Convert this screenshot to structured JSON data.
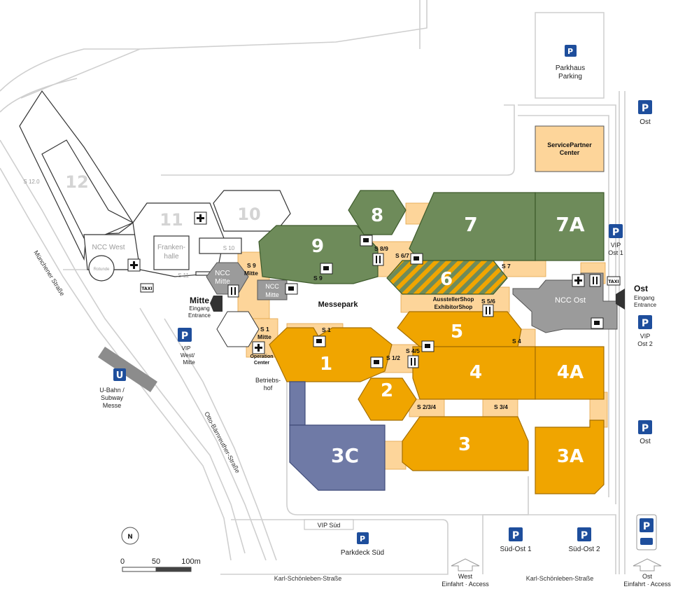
{
  "colors": {
    "orange": "#f0a500",
    "green": "#6e8b5a",
    "grey_building": "#9b9b9b",
    "blue_hall": "#6f7aa6",
    "passage": "#fdd59a",
    "parking_blue": "#1e4e9c",
    "road": "#d5d5d5"
  },
  "halls": {
    "h1": "1",
    "h2": "2",
    "h3": "3",
    "h3a": "3A",
    "h3c": "3C",
    "h4": "4",
    "h4a": "4A",
    "h5": "5",
    "h6": "6",
    "h7": "7",
    "h7a": "7A",
    "h8": "8",
    "h9": "9",
    "h10": "10",
    "h11": "11",
    "h12": "12"
  },
  "labels": {
    "parkhaus": "Parkhaus",
    "parking": "Parking",
    "ost": "Ost",
    "servicepartner1": "ServicePartner",
    "servicepartner2": "Center",
    "vip_ost1_a": "VIP",
    "vip_ost1_b": "Ost 1",
    "vip_ost2_a": "VIP",
    "vip_ost2_b": "Ost 2",
    "ost_entrance_title": "Ost",
    "ost_entrance_de": "Eingang",
    "ost_entrance_en": "Entrance",
    "ncc_ost": "NCC Ost",
    "ncc_west": "NCC West",
    "rotunde": "Rotunde",
    "frankenhalle1": "Franken-",
    "frankenhalle2": "halle",
    "ncc_mitte_a1": "NCC",
    "ncc_mitte_a2": "Mitte",
    "ncc_mitte_b1": "NCC",
    "ncc_mitte_b2": "Mitte",
    "mitte_title": "Mitte",
    "mitte_de": "Eingang",
    "mitte_en": "Entrance",
    "messepark": "Messepark",
    "ausstellershop": "AusstellerShop",
    "exhibitorshop": "ExhibitorShop",
    "operation1": "Operation",
    "operation2": "Center",
    "betriebs1": "Betriebs-",
    "betriebs2": "hof",
    "vip_west1": "VIP",
    "vip_west2": "West/",
    "vip_west3": "Mitte",
    "ubahn1": "U-Bahn /",
    "ubahn2": "Subway",
    "ubahn3": "Messe",
    "vip_sued": "VIP Süd",
    "parkdeck_sued": "Parkdeck Süd",
    "sued_ost1": "Süd-Ost 1",
    "sued_ost2": "Süd-Ost 2",
    "west1": "West",
    "west2": "Einfahrt · Access",
    "ost_access1": "Ost",
    "ost_access2": "Einfahrt · Access",
    "taxi": "TAXI",
    "u": "U",
    "p": "P"
  },
  "passages": {
    "s1": "S 1",
    "s1_mitte_a": "S 1",
    "s1_mitte_b": "Mitte",
    "s9_mitte_a": "S 9",
    "s9_mitte_b": "Mitte",
    "s9": "S 9",
    "s89": "S 8/9",
    "s67": "S 6/7",
    "s7": "S 7",
    "s56": "S 5/6",
    "s45": "S 4/5",
    "s12": "S 1/2",
    "s4": "S 4",
    "s234": "S 2/3/4",
    "s34": "S 3/4",
    "s10": "S 10",
    "s11": "S 11",
    "s12_0": "S 12.0"
  },
  "streets": {
    "muenchener": "Münchener Straße",
    "otto": "Otto-Bärnreuther-Straße",
    "karl_west": "Karl-Schönleben-Straße",
    "karl_east": "Karl-Schönleben-Straße"
  },
  "scale": {
    "s0": "0",
    "s50": "50",
    "s100": "100m"
  },
  "compass": "N"
}
